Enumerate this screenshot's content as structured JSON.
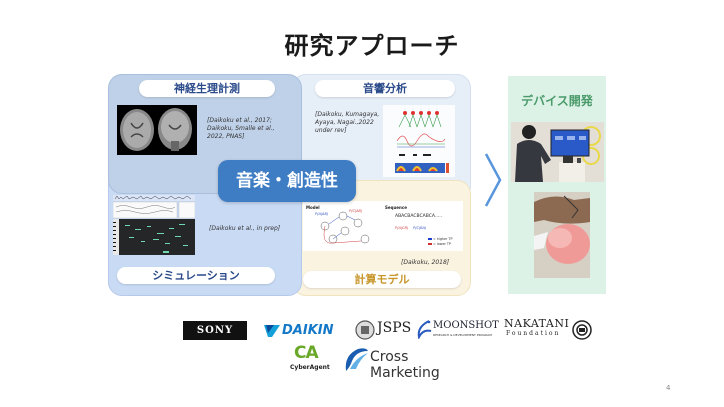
{
  "slide": {
    "title": "研究アプローチ",
    "page_number": "4"
  },
  "quadrants": {
    "neuro": {
      "label": "神経生理計測",
      "label_color": "#2a4a8a",
      "citation_lines": [
        "[Daikoku et al., 2017;",
        "Daikoku, Smalle et al.,",
        "2022, PNAS]"
      ],
      "image": "brain-mri-image"
    },
    "acoustic": {
      "label": "音響分析",
      "label_color": "#2a4a8a",
      "citation_lines": [
        "[Daikoku, Kumagaya,",
        "Ayaya, Nagai.,2022",
        "under rev]"
      ],
      "image": "acoustic-analysis-figure"
    },
    "simulation": {
      "label": "シミュレーション",
      "label_color": "#2a4a8a",
      "citation_lines": [
        "[Daikoku et al., in prep]"
      ],
      "image": "music-simulation-pianoroll"
    },
    "computational": {
      "label": "計算モデル",
      "label_color": "#c8962a",
      "citation_lines": [
        "[Daikoku, 2018]"
      ],
      "model_label": "Model",
      "sequence_label": "Sequence",
      "sequence_text": "ABACBACBCABCA.....",
      "legend": [
        "= higher TP",
        "= lower TP"
      ],
      "image": "markov-model-diagram"
    }
  },
  "center": {
    "label": "音楽・創造性"
  },
  "device": {
    "title": "デバイス開発",
    "images": [
      "person-using-display-photo",
      "hands-on-device-photo"
    ]
  },
  "sponsors": {
    "row1": [
      "SONY",
      "DAIKIN",
      "JSPS",
      "MOONSHOT",
      "NAKATANI",
      "university-seal"
    ],
    "row2": [
      "CyberAgent",
      "Cross Marketing"
    ],
    "moonshot_sub": "RESEARCH & DEVELOPMENT PROGRAM",
    "nakatani_sub": "Foundation",
    "ca_mark": "CA"
  }
}
